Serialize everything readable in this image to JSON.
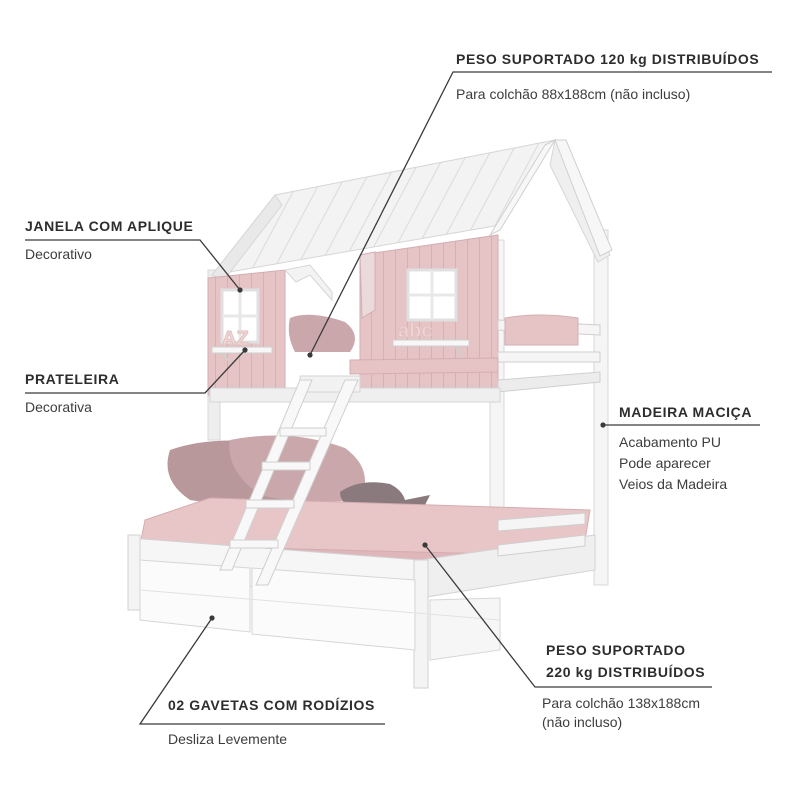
{
  "callouts": {
    "top_weight": {
      "title": "PESO SUPORTADO 120 kg DISTRIBUÍDOS",
      "lines": [
        "Para colchão 88x188cm (não incluso)"
      ]
    },
    "window": {
      "title": "JANELA COM APLIQUE",
      "lines": [
        "Decorativo"
      ]
    },
    "shelf": {
      "title": "PRATELEIRA",
      "lines": [
        "Decorativa"
      ]
    },
    "wood": {
      "title": "MADEIRA MACIÇA",
      "lines": [
        "Acabamento PU",
        "Pode aparecer",
        "Veios da Madeira"
      ]
    },
    "bottom_weight": {
      "title_lines": [
        "PESO SUPORTADO",
        "220 kg DISTRIBUÍDOS"
      ],
      "lines": [
        "Para colchão 138x188cm",
        "(não incluso)"
      ]
    },
    "drawers": {
      "title": "02 GAVETAS COM RODÍZIOS",
      "lines": [
        "Desliza Levemente"
      ]
    }
  },
  "decor_letters": {
    "left": "AZ",
    "right": "abc"
  },
  "colors": {
    "frame": "#f4f4f4",
    "pink": "#e6c4c6",
    "pink_dark": "#cfa6aa",
    "pillow": "#b9989c",
    "leader": "#3a3a3a"
  }
}
